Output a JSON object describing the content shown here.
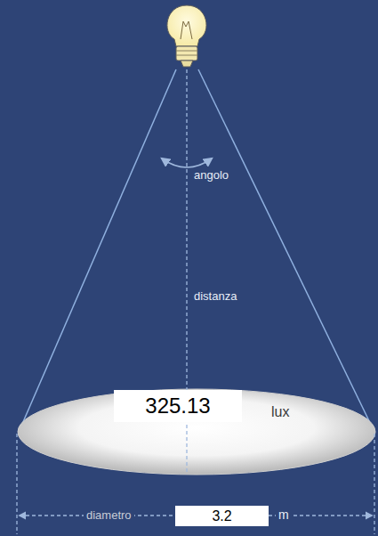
{
  "diagram": {
    "nodes": [
      {
        "text": [
          "325.13"
        ]
      },
      {
        "text": [
          "3.2"
        ]
      }
    ],
    "labels": [
      "angolo",
      "distanza",
      "lux",
      "diametro",
      "m"
    ]
  }
}
